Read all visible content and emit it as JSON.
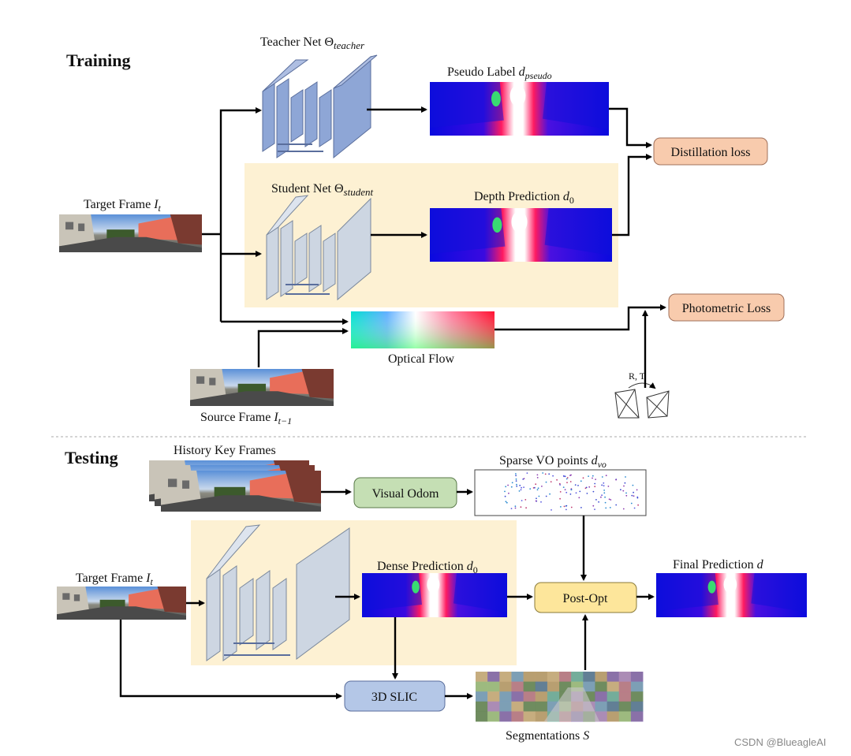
{
  "sections": {
    "training": "Training",
    "testing": "Testing"
  },
  "training": {
    "target_frame": {
      "label": "Target Frame ",
      "symbol": "I",
      "sub": "t"
    },
    "teacher_net": {
      "label": "Teacher Net Θ",
      "sub": "teacher"
    },
    "student_net": {
      "label": "Student Net Θ",
      "sub": "student"
    },
    "pseudo_label": {
      "label": "Pseudo Label ",
      "symbol": "d",
      "sub": "pseudo"
    },
    "depth_prediction": {
      "label": "Depth Prediction ",
      "symbol": "d",
      "sub": "0"
    },
    "distillation_loss": "Distillation loss",
    "photometric_loss": "Photometric Loss",
    "optical_flow": "Optical Flow",
    "source_frame": {
      "label": "Source Frame  ",
      "symbol": "I",
      "sub": "t−1"
    },
    "pose": "R, T"
  },
  "testing": {
    "history_frames": "History Key Frames",
    "visual_odom": "Visual Odom",
    "sparse_vo": {
      "label": "Sparse VO points ",
      "symbol": "d",
      "sub": "vo"
    },
    "target_frame": {
      "label": "Target Frame ",
      "symbol": "I",
      "sub": "t"
    },
    "dense_prediction": {
      "label": "Dense Prediction ",
      "symbol": "d",
      "sub": "0"
    },
    "post_opt": "Post-Opt",
    "final_prediction": {
      "label": "Final Prediction ",
      "symbol": "d"
    },
    "slic": "3D SLIC",
    "segmentations": {
      "label": "Segmentations ",
      "symbol": "S"
    }
  },
  "colors": {
    "teacher_net": "#8ea6d6",
    "student_net": "#cdd6e2",
    "student_panel": "#fdf1d3",
    "loss_box": "#f8cbad",
    "visual_odom_box": "#c5dfb4",
    "post_opt_box": "#fde69b",
    "slic_box": "#b4c7e7",
    "depth_far": "#1a1ae0",
    "depth_near": "#ff2060"
  },
  "watermark": "CSDN @BlueagleAI"
}
